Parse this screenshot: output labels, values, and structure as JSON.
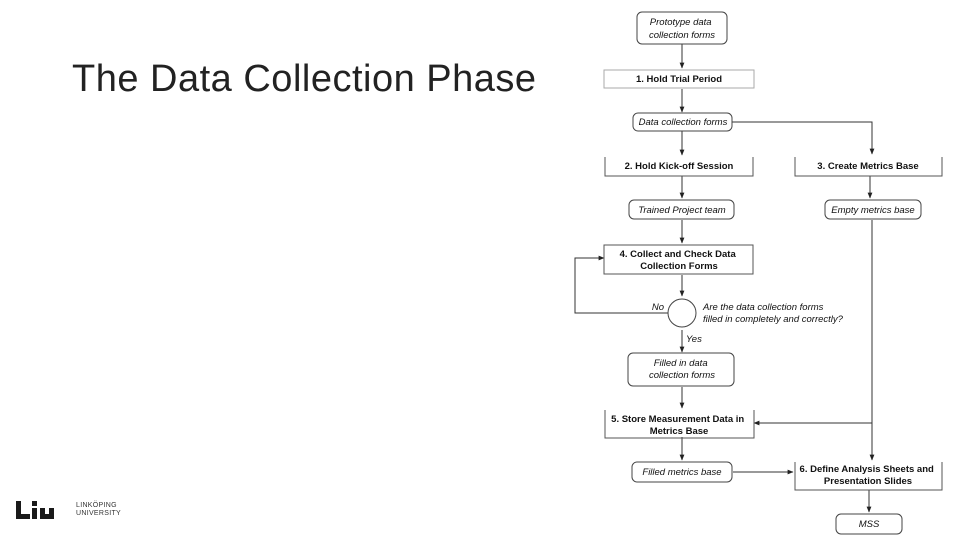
{
  "slide": {
    "title": "The Data Collection Phase"
  },
  "logo": {
    "line1": "LINKÖPING",
    "line2": "UNIVERSITY"
  },
  "flowchart": {
    "prototype_forms": [
      "Prototype data",
      "collection forms"
    ],
    "step1": [
      "1. Hold Trial Period"
    ],
    "data_collection_forms": [
      "Data collection forms"
    ],
    "step2": [
      "2. Hold Kick-off Session"
    ],
    "step3": [
      "3. Create Metrics Base"
    ],
    "trained_team": [
      "Trained Project team"
    ],
    "empty_metrics": [
      "Empty metrics base"
    ],
    "step4": [
      "4. Collect and Check Data",
      "Collection Forms"
    ],
    "decision_question": [
      "Are the data collection forms",
      "filled in completely and correctly?"
    ],
    "decision_no": "No",
    "decision_yes": "Yes",
    "filled_forms": [
      "Filled in data",
      "collection forms"
    ],
    "step5": [
      "5. Store Measurement Data in",
      "Metrics Base"
    ],
    "filled_metrics": [
      "Filled metrics base"
    ],
    "step6": [
      "6. Define Analysis Sheets and",
      "Presentation Slides"
    ],
    "mss": [
      "MSS"
    ]
  }
}
